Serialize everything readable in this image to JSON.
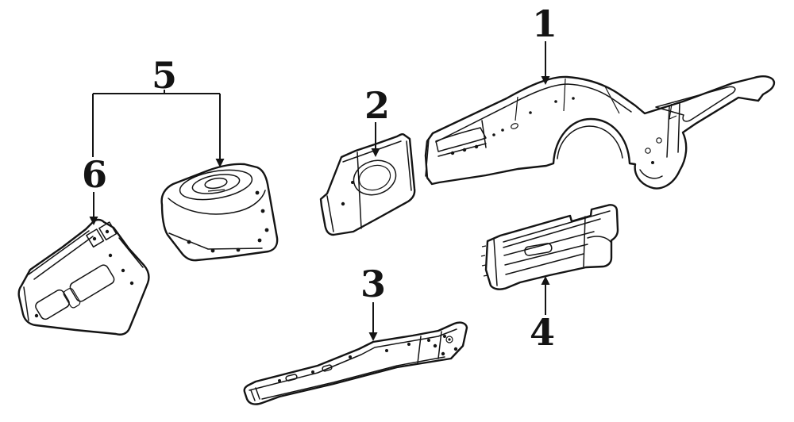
{
  "diagram": {
    "colors": {
      "background": "#ffffff",
      "line": "#141414"
    },
    "callouts": [
      {
        "label": "1"
      },
      {
        "label": "2"
      },
      {
        "label": "3"
      },
      {
        "label": "4"
      },
      {
        "label": "5"
      },
      {
        "label": "6"
      }
    ]
  }
}
